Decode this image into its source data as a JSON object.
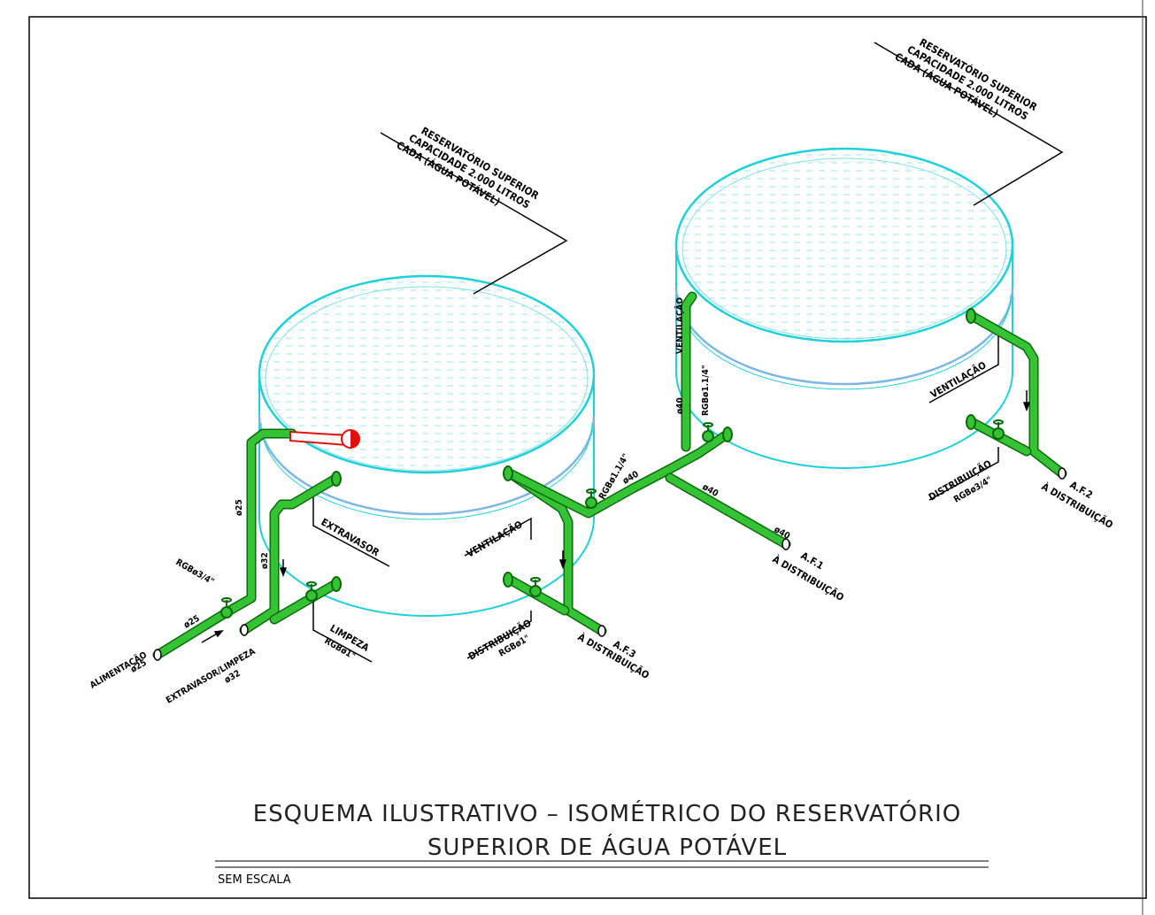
{
  "colors": {
    "tank_cyan": "#20d0d8",
    "tank_fill_dash": "#9fe6ea",
    "pipe_green": "#2bb52b",
    "pipe_dark": "#0a6a0a",
    "float_valve_red": "#e01010",
    "line_black": "#000000"
  },
  "tank_left": {
    "leader_lines": [
      "RESERVATÓRIO SUPERIOR",
      "CAPACIDADE 2.000 LITROS",
      "CADA (ÁGUA POTÁVEL)"
    ]
  },
  "tank_right": {
    "leader_lines": [
      "RESERVATÓRIO SUPERIOR",
      "CAPACIDADE 2.000 LITROS",
      "CADA (ÁGUA POTÁVEL)"
    ]
  },
  "labels": {
    "alimentacao": "ALIMENTAÇÃO",
    "alimentacao_dia": "ø25",
    "rgb_34_left": "RGBø3/4\"",
    "dia25_feed": "ø25",
    "dia25_riser": "ø25",
    "dia32_riser": "ø32",
    "extravasor_limpeza": "EXTRAVASOR/LIMPEZA",
    "extravasor_limpeza_dia": "ø32",
    "extravasor": "EXTRAVASOR",
    "limpeza": "LIMPEZA",
    "limpeza_rgb": "RGBø1\"",
    "ventilacao_left": "VENTILAÇÃO",
    "distribuicao_left": "DISTRIBUIÇÃO",
    "distribuicao_left_rgb": "RGBø1\"",
    "af3": "A.F.3",
    "af3_dest": "À DISTRIBUIÇÃO",
    "rgb_114_left": "RGBø1.1/4\"",
    "dia40_a": "ø40",
    "dia40_b": "ø40",
    "dia40_c": "ø40",
    "af1": "A.F.1",
    "af1_dest": "À DISTRIBUIÇÃO",
    "ventilacao_vertical": "VENTILAÇÃO",
    "dia40_vertical": "ø40",
    "rgb_114_right": "RGBø1.1/4\"",
    "ventilacao_right": "VENTILAÇÃO",
    "distribuicao_right": "DISTRIBUIÇÃO",
    "distribuicao_right_rgb": "RGBø3/4\"",
    "af2": "A.F.2",
    "af2_dest": "À DISTRIBUIÇÃO"
  },
  "title": {
    "line1": "ESQUEMA ILUSTRATIVO – ISOMÉTRICO DO RESERVATÓRIO",
    "line2": "SUPERIOR DE ÁGUA POTÁVEL",
    "scale": "SEM ESCALA"
  }
}
